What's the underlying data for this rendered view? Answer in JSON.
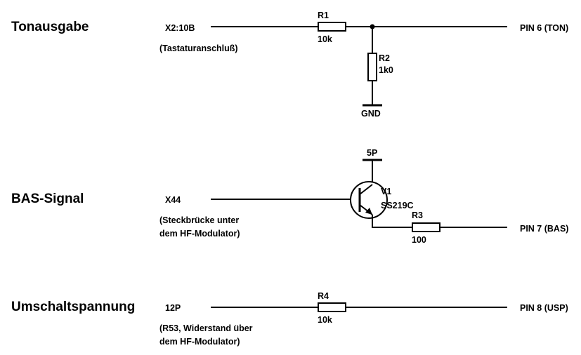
{
  "sections": {
    "ton": {
      "heading": "Tonausgabe",
      "input_label": "X2:10B",
      "input_note": "(Tastaturanschluß)",
      "output_label": "PIN 6 (TON)",
      "r1": {
        "name": "R1",
        "value": "10k"
      },
      "r2": {
        "name": "R2",
        "value": "1k0"
      },
      "ground_label": "GND"
    },
    "bas": {
      "heading": "BAS-Signal",
      "input_label": "X44",
      "input_note_1": "(Steckbrücke unter",
      "input_note_2": "dem HF-Modulator)",
      "supply_label": "5P",
      "transistor": {
        "name": "V1",
        "type": "SS219C"
      },
      "r3": {
        "name": "R3",
        "value": "100"
      },
      "output_label": "PIN 7 (BAS)"
    },
    "usp": {
      "heading": "Umschaltspannung",
      "input_label": "12P",
      "input_note_1": "(R53, Widerstand über",
      "input_note_2": "dem HF-Modulator)",
      "r4": {
        "name": "R4",
        "value": "10k"
      },
      "output_label": "PIN 8 (USP)"
    }
  },
  "colors": {
    "ink": "#000000",
    "background": "#ffffff"
  }
}
